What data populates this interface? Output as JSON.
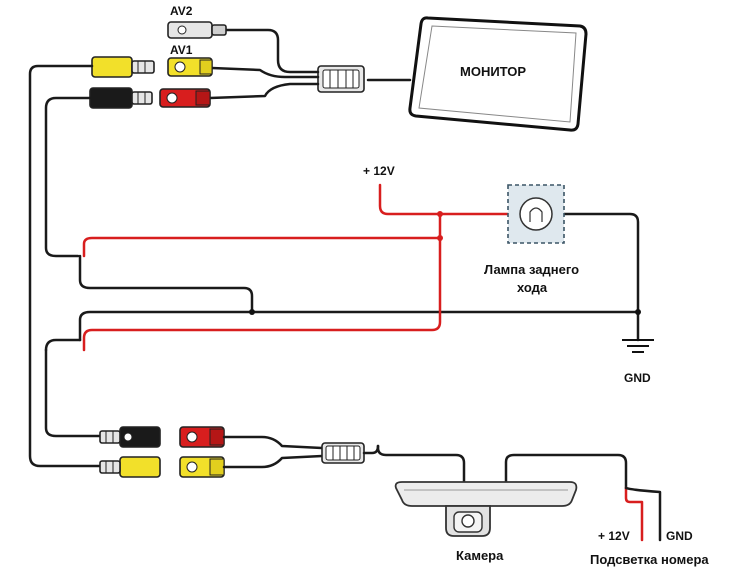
{
  "labels": {
    "av2": "AV2",
    "av1": "AV1",
    "monitor": "МОНИТОР",
    "power_plus": "+ 12V",
    "lamp_line1": "Лампа заднего",
    "lamp_line2": "хода",
    "gnd": "GND",
    "camera": "Камера",
    "plate_plus": "+ 12V",
    "plate_gnd": "GND",
    "plate_light": "Подсветка номера"
  },
  "colors": {
    "wire_black": "#1a1a1a",
    "wire_red": "#d81e1e",
    "rca_yellow": "#f2e02a",
    "rca_red": "#d81e1e",
    "rca_white": "#e6e6e6",
    "rca_black": "#1a1a1a",
    "lamp_box": "#dfe8ee"
  },
  "icons": {
    "monitor": "monitor-screen",
    "lamp": "bulb-icon",
    "ground": "ground-symbol",
    "camera": "rear-camera"
  }
}
